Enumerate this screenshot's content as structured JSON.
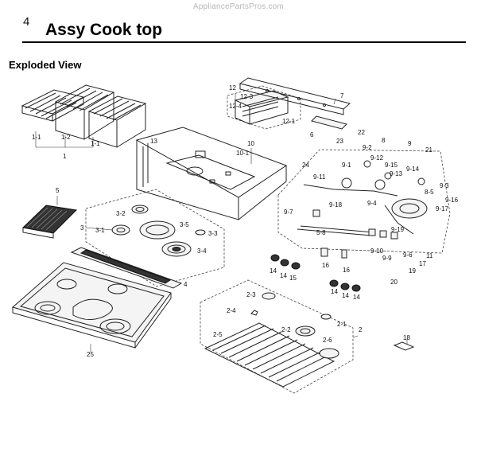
{
  "header": {
    "watermark": "AppliancePartsPros.com",
    "section_number": "4",
    "title": "Assy Cook top",
    "subtitle": "Exploded View"
  },
  "callouts": [
    "1",
    "1-1",
    "1-2",
    "1-1",
    "12",
    "12-3",
    "12-4",
    "12-1",
    "7",
    "6",
    "13",
    "10",
    "10-1",
    "22",
    "9-2",
    "8",
    "9",
    "23",
    "24",
    "9-1",
    "9-12",
    "9-15",
    "9-13",
    "9-11",
    "9-14",
    "21",
    "9-3",
    "8-5",
    "9-18",
    "9-4",
    "9-16",
    "9-17",
    "9-7",
    "9-19",
    "5-8",
    "9-10",
    "9-9",
    "9-6",
    "20",
    "19",
    "17",
    "11",
    "5",
    "3",
    "3-2",
    "3-1",
    "3-5",
    "3-3",
    "3-4",
    "4",
    "25",
    "16",
    "16",
    "14",
    "14",
    "15",
    "14",
    "14",
    "14",
    "2-3",
    "2-4",
    "2-2",
    "2-1",
    "2",
    "2-5",
    "2-6",
    "18"
  ]
}
